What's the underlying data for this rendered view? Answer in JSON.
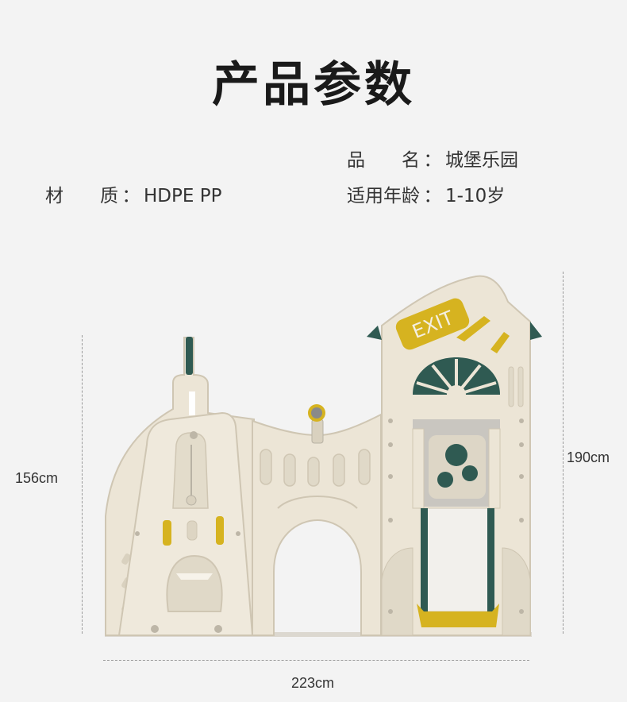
{
  "title": "产品参数",
  "specs": {
    "name": {
      "label": "品　　名",
      "colon": "：",
      "value": "城堡乐园"
    },
    "material": {
      "label": "材　　质",
      "colon": "：",
      "value": "HDPE PP"
    },
    "age": {
      "label": "适用年龄",
      "colon": "：",
      "value": "1-10岁"
    }
  },
  "product": {
    "sign_text": "EXIT"
  },
  "dimensions": {
    "height_left": "156cm",
    "height_right": "190cm",
    "width": "223cm"
  },
  "colors": {
    "plastic": "#ece5d6",
    "plastic_shadow": "#d9d1bf",
    "dark_green": "#2f5a52",
    "yellow": "#d6b320",
    "grey": "#c9c6c0"
  }
}
